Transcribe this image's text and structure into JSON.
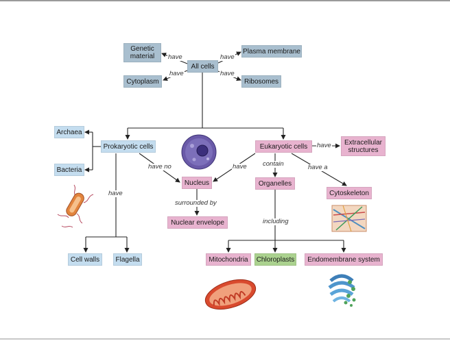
{
  "nodes": {
    "all_cells": "All cells",
    "genetic_material": "Genetic material",
    "plasma_membrane": "Plasma membrane",
    "cytoplasm": "Cytoplasm",
    "ribosomes": "Ribosomes",
    "prokaryotic_cells": "Prokaryotic cells",
    "eukaryotic_cells": "Eukaryotic cells",
    "archaea": "Archaea",
    "bacteria": "Bacteria",
    "extracellular_structures": "Extracellular structures",
    "nucleus": "Nucleus",
    "organelles": "Organelles",
    "cytoskeleton": "Cytoskeleton",
    "nuclear_envelope": "Nuclear envelope",
    "cell_walls": "Cell walls",
    "flagella": "Flagella",
    "mitochondria": "Mitochondria",
    "chloroplasts": "Chloroplasts",
    "endomembrane_system": "Endomembrane system"
  },
  "links": {
    "have_genetic": "have",
    "have_plasma": "have",
    "have_cytoplasm": "have",
    "have_ribosomes": "have",
    "have_extracellular": "have",
    "have_no": "have no",
    "have_nucleus": "have",
    "contain": "contain",
    "have_a": "have a",
    "have_prok": "have",
    "surrounded_by": "surrounded by",
    "including": "including"
  },
  "colors": {
    "gray": "#a9bfcf",
    "blue": "#c4ddef",
    "pink": "#e8b3cf",
    "green": "#abd28f",
    "line": "#222222"
  },
  "illustrations": [
    "animal-cell-icon",
    "bacterium-icon",
    "cytoskeleton-icon",
    "mitochondrion-icon",
    "golgi-apparatus-icon"
  ]
}
